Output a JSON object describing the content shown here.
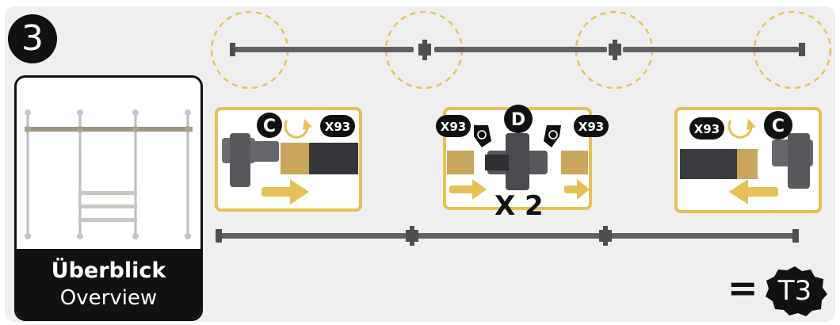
{
  "step": {
    "number": "3"
  },
  "overview": {
    "title": "Überblick",
    "subtitle": "Overview"
  },
  "panels": {
    "left": {
      "part": "C",
      "count": "X93",
      "icons": [
        "pipe-tee-icon",
        "rotate-icon",
        "arrow-right-icon"
      ]
    },
    "middle": {
      "part": "D",
      "count_left": "X93",
      "count_right": "X93",
      "multiplier": "X 2",
      "icons": [
        "pipe-cross-icon",
        "rotate-icon",
        "arrow-right-icon"
      ]
    },
    "right": {
      "part": "C",
      "count": "X93",
      "icons": [
        "pipe-tee-icon",
        "rotate-icon",
        "arrow-left-icon"
      ]
    }
  },
  "result": {
    "equals": "=",
    "label": "T3"
  },
  "colors": {
    "badge": "#111111",
    "accent": "#e6bf57",
    "pipe": "#5f6064",
    "thread": "#c9a65b",
    "panel_bg": "#efefef"
  }
}
